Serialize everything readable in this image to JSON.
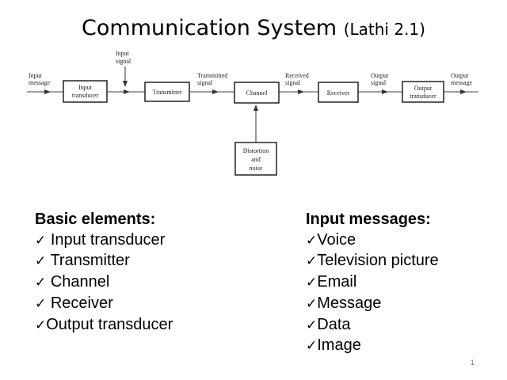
{
  "slide": {
    "title": "Communication System",
    "title_ref": "(Lathi 2.1)",
    "page_number": "1"
  },
  "diagram": {
    "blocks": {
      "input_transducer": [
        "Input",
        "transducer"
      ],
      "transmitter": [
        "Transmitter"
      ],
      "channel": [
        "Channel"
      ],
      "receiver": [
        "Receiver"
      ],
      "output_transducer": [
        "Output",
        "transducer"
      ],
      "distortion": [
        "Distortion",
        "and",
        "noise"
      ]
    },
    "signals": {
      "input_message": [
        "Input",
        "message"
      ],
      "input_signal": [
        "Input",
        "signal"
      ],
      "transmitted_signal": [
        "Transmitted",
        "signal"
      ],
      "received_signal": [
        "Received",
        "signal"
      ],
      "output_signal": [
        "Output",
        "signal"
      ],
      "output_message": [
        "Output",
        "message"
      ]
    }
  },
  "basic_elements": {
    "heading": "Basic elements:",
    "check_icon": "checkmark-icon",
    "items": [
      "Input transducer",
      "Transmitter",
      "Channel",
      "Receiver",
      "Output transducer"
    ]
  },
  "input_messages": {
    "heading": "Input messages:",
    "check_icon": "checkmark-icon",
    "items": [
      "Voice",
      "Television picture",
      "Email",
      "Message",
      "Data",
      "Image"
    ]
  }
}
